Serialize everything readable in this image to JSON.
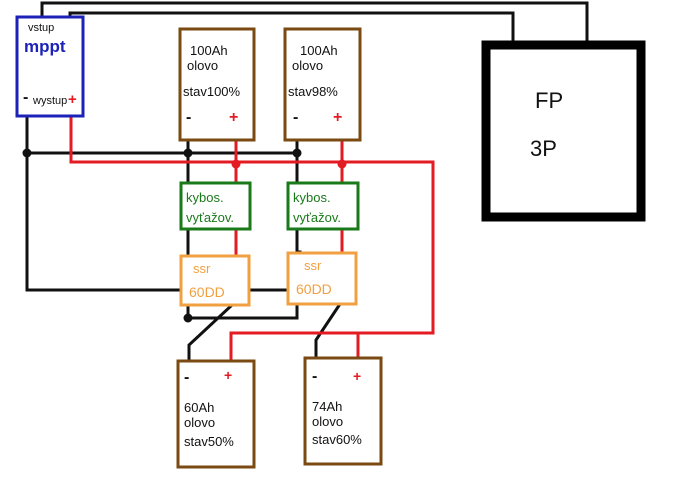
{
  "colors": {
    "wire_black": "#111111",
    "wire_red": "#e31b23",
    "battery_border": "#7a4a12",
    "mppt_border": "#1c22b8",
    "kybos_border": "#1a7a1a",
    "ssr_border": "#f0a040",
    "ssr_text": "#f0a040",
    "inverter_border": "#000000"
  },
  "mppt": {
    "input_label": "vstup",
    "name": "mppt",
    "minus": "-",
    "output_label": "wystup",
    "plus": "+"
  },
  "inverter": {
    "line1": "FP",
    "line2": "3P"
  },
  "top_batteries": [
    {
      "capacity": "100Ah",
      "type": "olovo",
      "state": "stav100%",
      "minus": "-",
      "plus": "+"
    },
    {
      "capacity": "100Ah",
      "type": "olovo",
      "state": "stav98%",
      "minus": "-",
      "plus": "+"
    }
  ],
  "chargers": [
    {
      "line1": "kybos.",
      "line2": "vyťažov."
    },
    {
      "line1": "kybos.",
      "line2": "vyťažov."
    }
  ],
  "ssrs": [
    {
      "line1": "ssr",
      "line2": "60DD"
    },
    {
      "line1": "ssr",
      "line2": "60DD"
    }
  ],
  "bottom_batteries": [
    {
      "capacity": "60Ah",
      "type": "olovo",
      "state": "stav50%",
      "minus": "-",
      "plus": "+"
    },
    {
      "capacity": "74Ah",
      "type": "olovo",
      "state": "stav60%",
      "minus": "-",
      "plus": "+"
    }
  ]
}
